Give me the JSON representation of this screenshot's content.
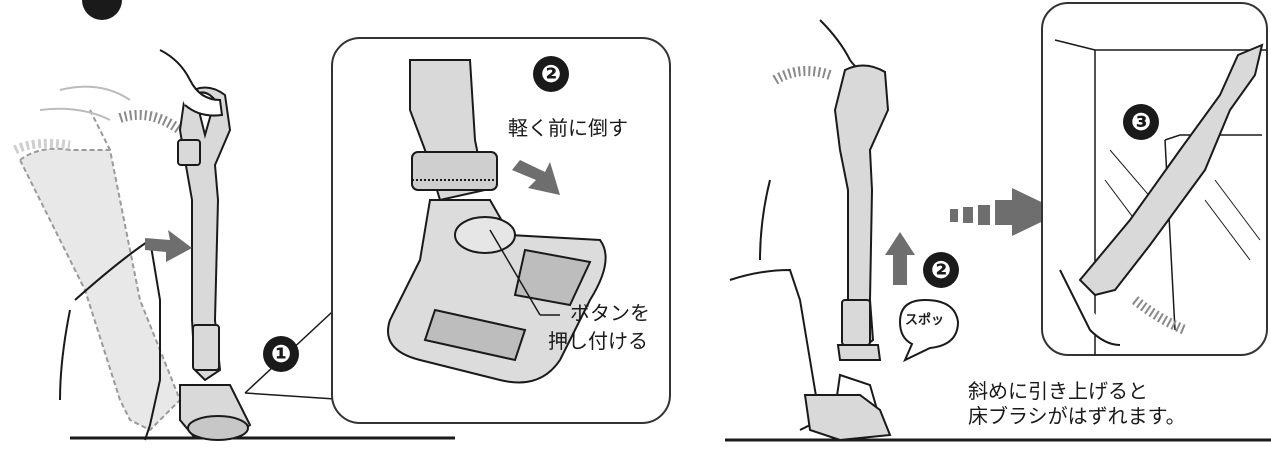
{
  "panels": [
    {
      "step_markers": [
        "❶",
        "❷"
      ],
      "inset": {
        "step_marker": "❷",
        "instruction": "軽く前に倒す",
        "button_callout": [
          "ボタンを",
          "押し付ける"
        ]
      }
    },
    {
      "step_markers": [
        "❷",
        "❸"
      ],
      "sound_label": "スポッ",
      "caption": [
        "斜めに引き上げると",
        "床ブラシがはずれます。"
      ]
    }
  ],
  "colors": {
    "line": "#1a1a1a",
    "vacuum_body": "#d9d9d9",
    "ghost": "#d6d6d6",
    "arrow": "#6e6e6e",
    "background": "#ffffff"
  }
}
